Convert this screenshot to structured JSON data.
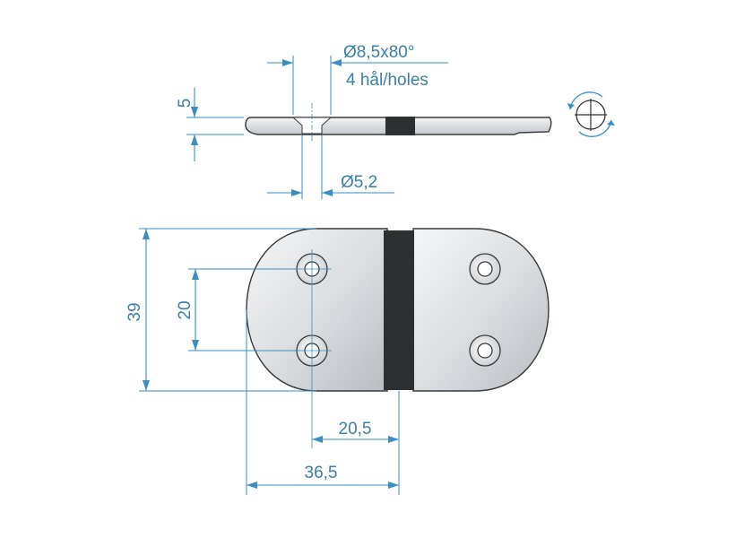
{
  "drawing": {
    "labels": {
      "countersink": "Ø8,5x80°",
      "holes_note": "4 hål/holes",
      "thickness": "5",
      "pin_hole": "Ø5,2",
      "height": "39",
      "hole_spacing": "20",
      "hole_offset": "20,5",
      "half_width": "36,5"
    }
  },
  "colors": {
    "dimension": "#3a8ec0",
    "part_fill": "#dfe1e4",
    "hinge_dark": "#2d3030"
  }
}
